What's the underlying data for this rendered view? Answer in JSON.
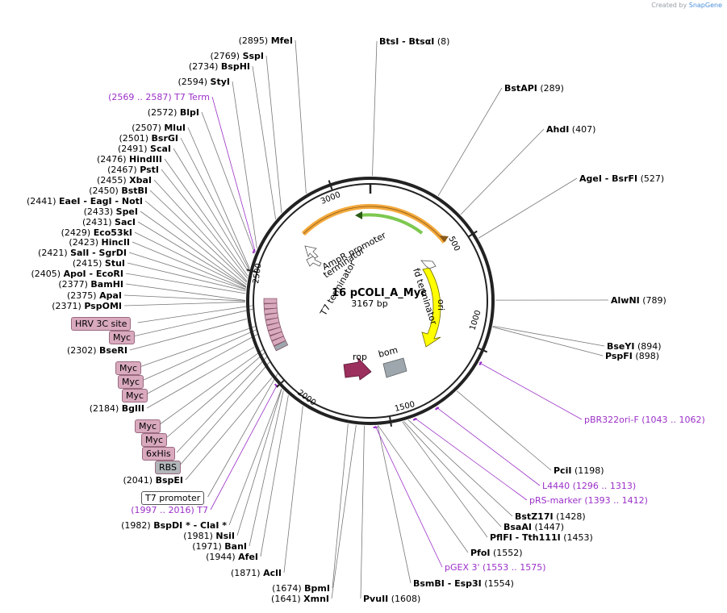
{
  "credit": {
    "prefix": "Created by",
    "brand": "SnapGene"
  },
  "plasmid": {
    "name": "16 pCOLI_A_Myc",
    "length": "3167 bp",
    "bp": 3167
  },
  "ticks": [
    "500",
    "1000",
    "1500",
    "2000",
    "2500",
    "3000"
  ],
  "enzymes": [
    {
      "text": "BtsI - BtsαI",
      "pos": "(8)",
      "bp": 8
    },
    {
      "text": "BstAPI",
      "pos": "(289)",
      "bp": 289
    },
    {
      "text": "AhdI",
      "pos": "(407)",
      "bp": 407
    },
    {
      "text": "AgeI - BsrFI",
      "pos": "(527)",
      "bp": 527
    },
    {
      "text": "AlwNI",
      "pos": "(789)",
      "bp": 789
    },
    {
      "text": "BseYI",
      "pos": "(894)",
      "bp": 894
    },
    {
      "text": "PspFI",
      "pos": "(898)",
      "bp": 898
    },
    {
      "text": "PciI",
      "pos": "(1198)",
      "bp": 1198
    },
    {
      "text": "BstZ17I",
      "pos": "(1428)",
      "bp": 1428
    },
    {
      "text": "BsaAI",
      "pos": "(1447)",
      "bp": 1447
    },
    {
      "text": "PflFI - Tth111I",
      "pos": "(1453)",
      "bp": 1453
    },
    {
      "text": "PfoI",
      "pos": "(1552)",
      "bp": 1552
    },
    {
      "text": "BsmBI - Esp3I",
      "pos": "(1554)",
      "bp": 1554
    },
    {
      "text": "PvuII",
      "pos": "(1608)",
      "bp": 1608
    },
    {
      "text": "XmnI",
      "pos": "(1641)",
      "bp": 1641
    },
    {
      "text": "BpmI",
      "pos": "(1674)",
      "bp": 1674
    },
    {
      "text": "AclI",
      "pos": "(1871)",
      "bp": 1871
    },
    {
      "text": "AfeI",
      "pos": "(1944)",
      "bp": 1944
    },
    {
      "text": "BanI",
      "pos": "(1971)",
      "bp": 1971
    },
    {
      "text": "NsiI",
      "pos": "(1981)",
      "bp": 1981
    },
    {
      "text": "BspDI * - ClaI *",
      "pos": "(1982)",
      "bp": 1982
    },
    {
      "text": "BspEI",
      "pos": "(2041)",
      "bp": 2041
    },
    {
      "text": "BglII",
      "pos": "(2184)",
      "bp": 2184
    },
    {
      "text": "BseRI",
      "pos": "(2302)",
      "bp": 2302
    },
    {
      "text": "PspOMI",
      "pos": "(2371)",
      "bp": 2371
    },
    {
      "text": "ApaI",
      "pos": "(2375)",
      "bp": 2375
    },
    {
      "text": "BamHI",
      "pos": "(2377)",
      "bp": 2377
    },
    {
      "text": "ApoI - EcoRI",
      "pos": "(2405)",
      "bp": 2405
    },
    {
      "text": "StuI",
      "pos": "(2415)",
      "bp": 2415
    },
    {
      "text": "SalI - SgrDI",
      "pos": "(2421)",
      "bp": 2421
    },
    {
      "text": "HincII",
      "pos": "(2423)",
      "bp": 2423
    },
    {
      "text": "Eco53kI",
      "pos": "(2429)",
      "bp": 2429
    },
    {
      "text": "SacI",
      "pos": "(2431)",
      "bp": 2431
    },
    {
      "text": "SpeI",
      "pos": "(2433)",
      "bp": 2433
    },
    {
      "text": "EaeI - EagI - NotI",
      "pos": "(2441)",
      "bp": 2441
    },
    {
      "text": "BstBI",
      "pos": "(2450)",
      "bp": 2450
    },
    {
      "text": "XbaI",
      "pos": "(2455)",
      "bp": 2455
    },
    {
      "text": "PstI",
      "pos": "(2467)",
      "bp": 2467
    },
    {
      "text": "HindIII",
      "pos": "(2476)",
      "bp": 2476
    },
    {
      "text": "ScaI",
      "pos": "(2491)",
      "bp": 2491
    },
    {
      "text": "BsrGI",
      "pos": "(2501)",
      "bp": 2501
    },
    {
      "text": "MluI",
      "pos": "(2507)",
      "bp": 2507
    },
    {
      "text": "BlpI",
      "pos": "(2572)",
      "bp": 2572
    },
    {
      "text": "StyI",
      "pos": "(2594)",
      "bp": 2594
    },
    {
      "text": "BspHI",
      "pos": "(2734)",
      "bp": 2734
    },
    {
      "text": "SspI",
      "pos": "(2769)",
      "bp": 2769
    },
    {
      "text": "MfeI",
      "pos": "(2895)",
      "bp": 2895
    }
  ],
  "primers": [
    {
      "name": "pBR322ori-F",
      "range": "(1043 .. 1062)",
      "bp": 1052
    },
    {
      "name": "L4440",
      "range": "(1296 .. 1313)",
      "bp": 1304
    },
    {
      "name": "pRS-marker",
      "range": "(1393 .. 1412)",
      "bp": 1402
    },
    {
      "name": "pGEX 3'",
      "range": "(1553 .. 1575)",
      "bp": 1564
    },
    {
      "name": "T7",
      "range": "(1997 .. 2016)",
      "bp": 2006
    },
    {
      "name": "T7 Term",
      "range": "(2569 .. 2587)",
      "bp": 2578
    }
  ],
  "features": {
    "left_boxes": [
      {
        "text": "HRV 3C site",
        "color": "#d9a9bd",
        "bp": 2355
      },
      {
        "text": "Myc",
        "color": "#d9a9bd",
        "bp": 2340
      },
      {
        "text": "Myc",
        "color": "#d9a9bd",
        "bp": 2265
      },
      {
        "text": "Myc",
        "color": "#d9a9bd",
        "bp": 2250
      },
      {
        "text": "Myc",
        "color": "#d9a9bd",
        "bp": 2230
      },
      {
        "text": "Myc",
        "color": "#d9a9bd",
        "bp": 2160
      },
      {
        "text": "Myc",
        "color": "#d9a9bd",
        "bp": 2145
      },
      {
        "text": "6xHis",
        "color": "#d9a9bd",
        "bp": 2125
      },
      {
        "text": "RBS",
        "color": "#b0b5b8",
        "bp": 2100
      },
      {
        "text": "T7 promoter",
        "color": "#ffffff",
        "bp": 2040
      }
    ],
    "inner_labels": {
      "ampr_promoter": "AmpR promoter",
      "t7_terminator": "T7 terminator",
      "terminator": "terminator",
      "fd_terminator": "fd terminator",
      "ori": "ori",
      "rop": "rop",
      "bom": "bom"
    }
  },
  "colors": {
    "enzyme_line": "#777777",
    "primer": "#9b30c8",
    "ori": "#ffff00",
    "orange_arc": "#f4a93b",
    "green_arc": "#7ec850",
    "rop": "#9b2f5e",
    "bom": "#9ea7ad"
  }
}
